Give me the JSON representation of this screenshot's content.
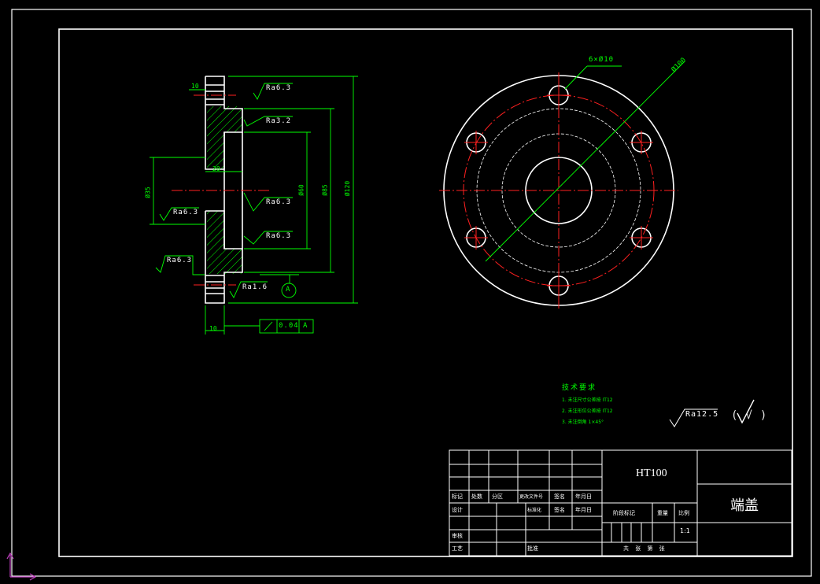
{
  "drawing": {
    "material": "HT100",
    "part_name": "端盖",
    "scale": "1:1",
    "colors": {
      "background": "#000000",
      "outline": "#ffffff",
      "dimension": "#00ff00",
      "centerline": "#ff2020",
      "ucs": "#c040c0"
    }
  },
  "section_view": {
    "dims": {
      "d120": "Ø120",
      "d85": "Ø85",
      "d60": "Ø60",
      "d35": "Ø35",
      "w10_top": "10",
      "w20": "20",
      "w10_bottom": "10"
    },
    "roughness": [
      "Ra6.3",
      "Ra3.2",
      "Ra6.3",
      "Ra6.3",
      "Ra6.3",
      "Ra6.3",
      "Ra1.6"
    ],
    "datum": "A",
    "tolerance": {
      "value": "0.04",
      "datum": "A"
    }
  },
  "front_view": {
    "holes": "6×Ø10",
    "pcd": "Ø100"
  },
  "notes": {
    "title": "技术要求",
    "items": [
      "1. 未注尺寸公差按 IT12",
      "2. 未注形位公差按 IT12",
      "3. 未注倒角 1×45°"
    ]
  },
  "general_roughness": {
    "label": "Ra12.5",
    "bracket": "(√)"
  },
  "title_block": {
    "row_labels": [
      "标记",
      "处数",
      "分区",
      "更改文件号",
      "签名",
      "年月日"
    ],
    "row2_labels": [
      "设计",
      "标准化",
      "签名",
      "年月日"
    ],
    "stage_label": "阶段标记",
    "weight_label": "重量",
    "scale_label": "比例",
    "sheet_label": "共 张 第 张",
    "audit": "审核",
    "process": "工艺",
    "approve": "批准"
  }
}
